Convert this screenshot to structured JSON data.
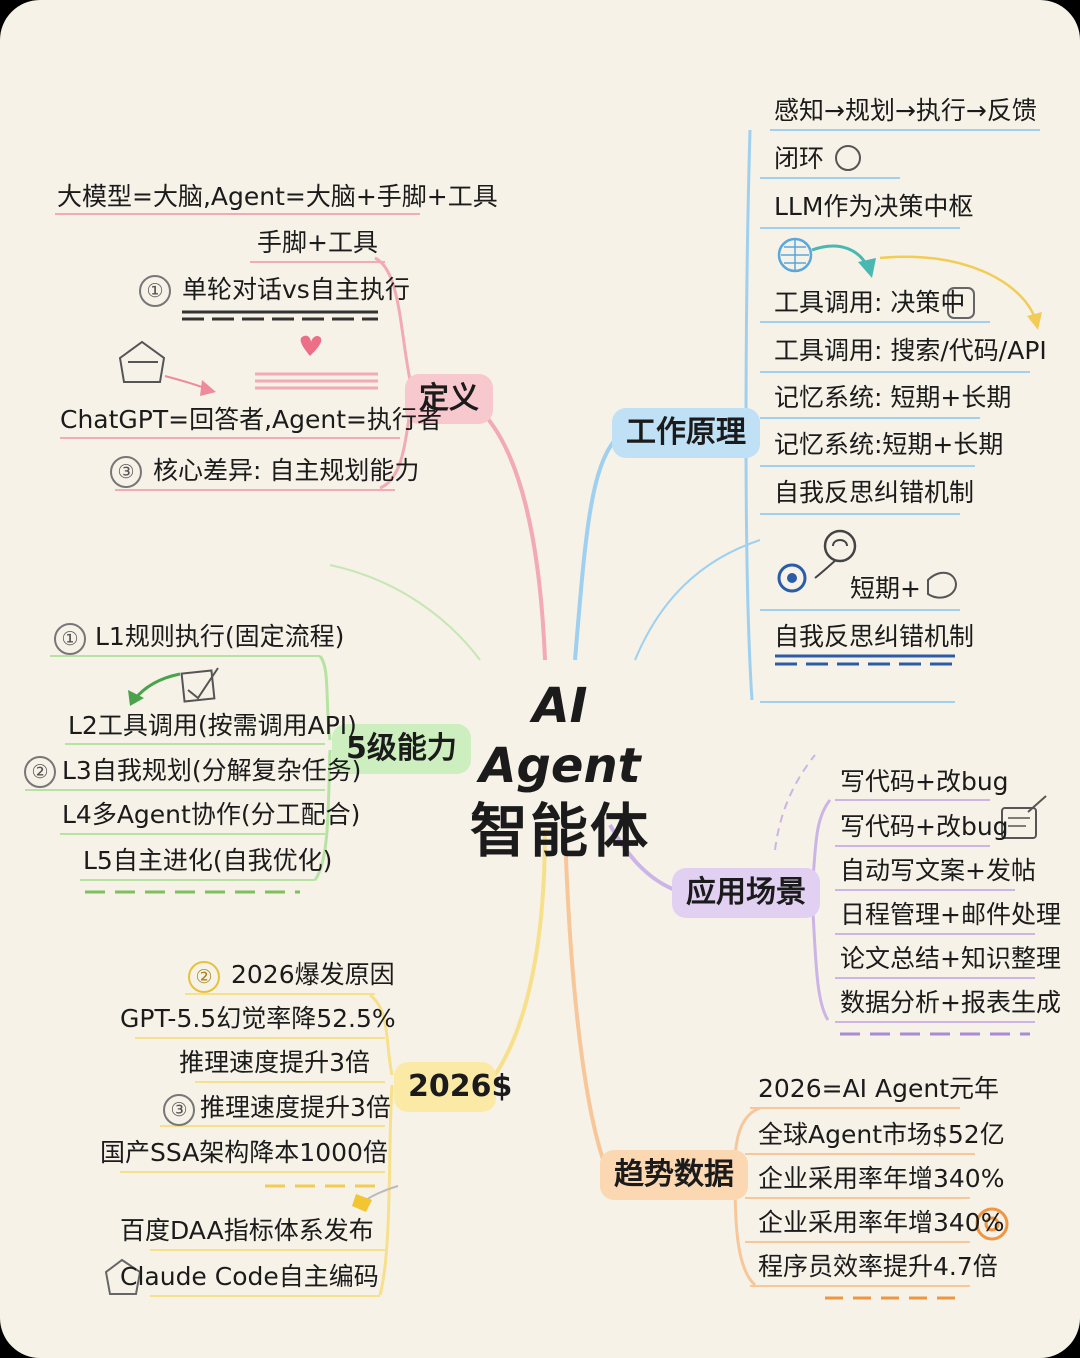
{
  "center": {
    "line1": "AI Agent",
    "line2": "智能体"
  },
  "branches": {
    "definition": {
      "label": "定义",
      "color": "#f2aab4",
      "items": [
        "大模型=大脑,Agent=大脑+手脚+工具",
        "手脚+工具",
        "单轮对话vs自主执行",
        "ChatGPT=回答者,Agent=执行者",
        "核心差异: 自主规划能力"
      ],
      "markers": [
        "①",
        "③"
      ]
    },
    "working": {
      "label": "工作原理",
      "color": "#9fd0ef",
      "items": [
        "感知→规划→执行→反馈",
        "闭环",
        "LLM作为决策中枢",
        "工具调用: 决策中",
        "工具调用: 搜索/代码/API",
        "记忆系统: 短期+长期",
        "记忆系统:短期+长期",
        "自我反思纠错机制",
        "短期+",
        "自我反思纠错机制"
      ]
    },
    "levels": {
      "label": "5级能力",
      "color": "#b6e3a2",
      "items": [
        "L1规则执行(固定流程)",
        "L2工具调用(按需调用API)",
        "L3自我规划(分解复杂任务)",
        "L4多Agent协作(分工配合)",
        "L5自主进化(自我优化)"
      ],
      "markers": [
        "①",
        "②"
      ]
    },
    "scenarios": {
      "label": "应用场景",
      "color": "#cdb4e6",
      "items": [
        "写代码+改bug",
        "写代码+改bug",
        "自动写文案+发帖",
        "日程管理+邮件处理",
        "论文总结+知识整理",
        "数据分析+报表生成"
      ]
    },
    "y2026": {
      "label": "2026$",
      "color": "#f7e08c",
      "items": [
        "2026爆发原因",
        "GPT-5.5幻觉率降52.5%",
        "推理速度提升3倍",
        "推理速度提升3倍",
        "国产SSA架构降本1000倍",
        "百度DAA指标体系发布",
        "Claude Code自主编码"
      ],
      "markers": [
        "②",
        "③"
      ]
    },
    "trends": {
      "label": "趋势数据",
      "color": "#f7c79a",
      "items": [
        "2026=AI Agent元年",
        "全球Agent市场$52亿",
        "企业采用率年增340%",
        "企业采用率年增340%",
        "程序员效率提升4.7倍"
      ]
    }
  }
}
